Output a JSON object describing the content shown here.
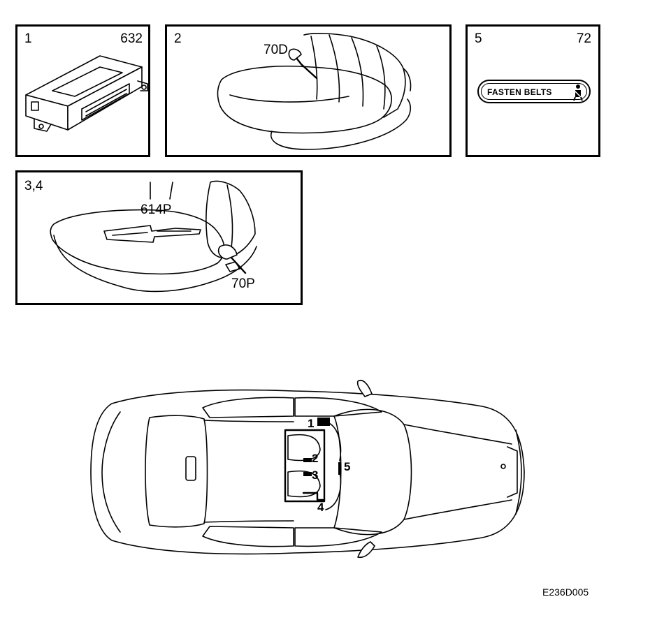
{
  "panels": [
    {
      "index": "1",
      "part": "632"
    },
    {
      "index": "2",
      "part": "70D"
    },
    {
      "index": "5",
      "part": "72"
    },
    {
      "index": "3,4",
      "parts": [
        "614P",
        "70P"
      ]
    }
  ],
  "indicator_text": "FASTEN BELTS",
  "icons": {
    "control_module": "control-module-icon",
    "driver_seat": "seat-icon",
    "passenger_seat": "seat-icon",
    "belt_lamp_symbol": "seatbelt-person-icon",
    "car": "car-top-view-icon"
  },
  "car_markers": [
    "1",
    "2",
    "3",
    "4",
    "5"
  ],
  "figure_code": "E236D005"
}
